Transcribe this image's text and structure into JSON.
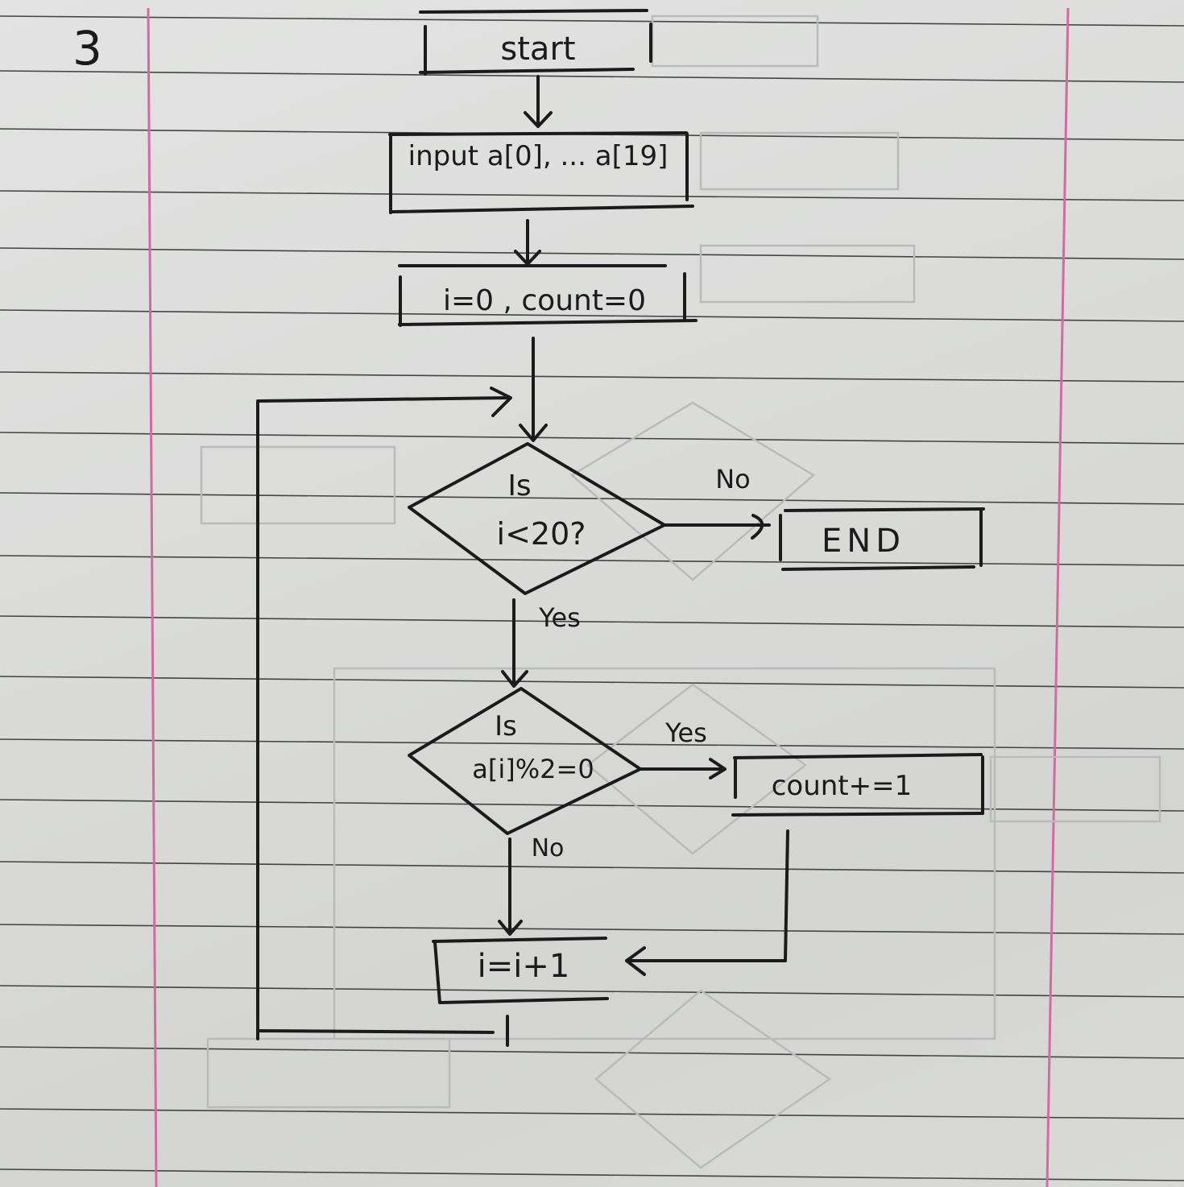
{
  "page": {
    "number": "3"
  },
  "flowchart": {
    "start": "start",
    "input": "input a[0], ... a[19]",
    "init": "i=0 , count=0",
    "condition_loop": {
      "line1": "Is",
      "line2": "i<20?"
    },
    "end": "END",
    "condition_even": {
      "line1": "Is",
      "line2": "a[i]%2=0"
    },
    "increment_count": "count+=1",
    "increment_i": "i=i+1",
    "labels": {
      "loop_no": "No",
      "loop_yes": "Yes",
      "even_yes": "Yes",
      "even_no": "No"
    }
  },
  "colors": {
    "ink": "#1b1b1b",
    "margin_line": "#d36aa0",
    "rule_line": "#2a2a2a",
    "paper": "#dcdddb"
  }
}
